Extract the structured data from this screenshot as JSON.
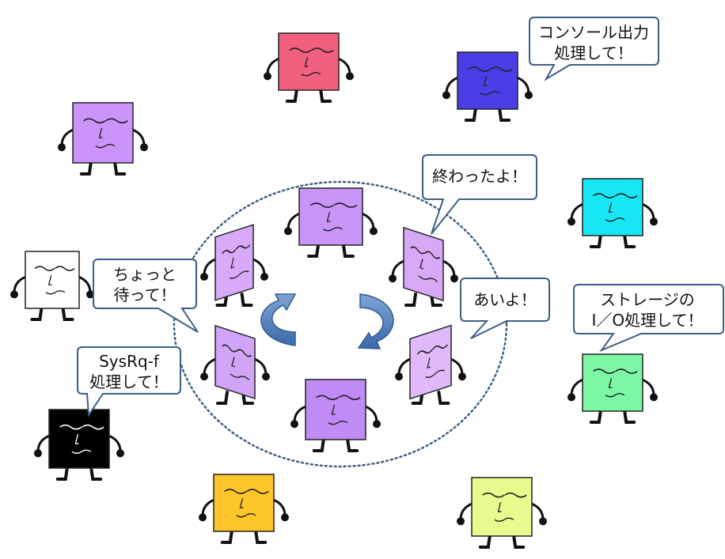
{
  "bubbles": {
    "console": [
      "コンソール出力",
      "処理して！"
    ],
    "finished": [
      "終わったよ！"
    ],
    "ok": [
      "あいよ！"
    ],
    "wait": [
      "ちょっと",
      "待って！"
    ],
    "storage": [
      "ストレージの",
      "I／O処理して！"
    ],
    "sysrq": [
      "SysRq-f",
      "処理して！"
    ]
  },
  "characters": [
    {
      "id": "pink-task",
      "color": "#f1607f"
    },
    {
      "id": "blue-task",
      "color": "#4a3ee6"
    },
    {
      "id": "purple-task-topleft",
      "color": "#cb94fb"
    },
    {
      "id": "cyan-task",
      "color": "#19e6f5"
    },
    {
      "id": "white-task",
      "color": "#ffffff"
    },
    {
      "id": "green-task",
      "color": "#7cf7a3"
    },
    {
      "id": "black-task",
      "color": "#000000"
    },
    {
      "id": "orange-task",
      "color": "#fec62b"
    },
    {
      "id": "yellow-task",
      "color": "#e9fb8e"
    },
    {
      "id": "ring-top-task",
      "color": "#c895f8"
    },
    {
      "id": "ring-left-task",
      "color": "#d8aaf9"
    },
    {
      "id": "ring-right-task",
      "color": "#d6a8f6"
    },
    {
      "id": "ring-lower-left-task",
      "color": "#d2a4f8"
    },
    {
      "id": "ring-lower-right-task",
      "color": "#e0b9fa"
    },
    {
      "id": "ring-bottom-task",
      "color": "#c08bf5"
    }
  ],
  "colors": {
    "arrow": "#4f81bd",
    "ring": "#3e5f84"
  }
}
